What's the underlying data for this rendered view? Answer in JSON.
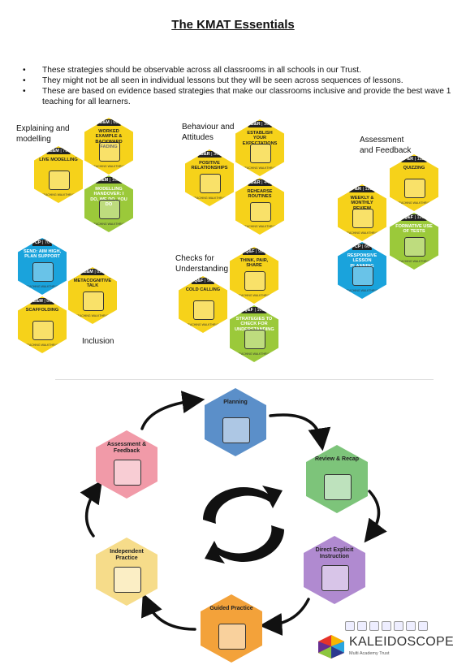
{
  "title": "The KMAT Essentials",
  "bullets": [
    "These strategies should be observable across all classrooms in all schools in our Trust.",
    "They might not be all seen in individual lessons but they will be seen across sequences of lessons.",
    "These are based on evidence based strategies that make our classrooms inclusive and provide the best wave 1 teaching for all learners."
  ],
  "group_labels": {
    "explaining": "Explaining and modelling",
    "behaviour": "Behaviour and Attitudes",
    "assessment": "Assessment and Feedback",
    "checks": "Checks for Understanding",
    "inclusion": "Inclusion"
  },
  "card_footer": "TEACHING WALKTHRUS",
  "cards": {
    "worked_example": {
      "code": "E&M",
      "num": "68",
      "title": "WORKED EXAMPLE & BACKWARD FADING"
    },
    "live_modelling": {
      "code": "E&M",
      "num": "78",
      "title": "LIVE MODELLING"
    },
    "modelling_handover": {
      "code": "E&M",
      "num": "100",
      "title": "MODELLING HANDOVER: I DO, WE DO, YOU DO"
    },
    "establish": {
      "code": "B&R",
      "num": "38",
      "title": "ESTABLISH YOUR EXPECTATIONS"
    },
    "positive_rel": {
      "code": "B&R",
      "num": "36",
      "title": "POSITIVE RELATIONSHIPS"
    },
    "rehearse": {
      "code": "B&R",
      "num": "44",
      "title": "REHEARSE ROUTINES"
    },
    "quizzing": {
      "code": "P&R",
      "num": "112",
      "title": "QUIZZING"
    },
    "weekly_review": {
      "code": "P&R",
      "num": "122",
      "title": "WEEKLY & MONTHLY REVIEW"
    },
    "formative": {
      "code": "Q&F",
      "num": "120",
      "title": "FORMATIVE USE OF TESTS"
    },
    "responsive": {
      "code": "CP",
      "num": "66",
      "title": "RESPONSIVE LESSON PLANNING"
    },
    "send": {
      "code": "CP",
      "num": "70",
      "title": "SEND: AIM HIGH, PLAN SUPPORT"
    },
    "metacog": {
      "code": "E&M",
      "num": "82",
      "title": "METACOGNITIVE TALK"
    },
    "scaffolding": {
      "code": "E&M",
      "num": "80",
      "title": "SCAFFOLDING"
    },
    "think_pair": {
      "code": "Q&F",
      "num": "92",
      "title": "THINK, PAIR, SHARE"
    },
    "cold_calling": {
      "code": "Q&F",
      "num": "90",
      "title": "COLD CALLING"
    },
    "strategies_check": {
      "code": "Q&F",
      "num": "106",
      "title": "STRATEGIES TO CHECK FOR UNDERSTANDING"
    }
  },
  "cycle": {
    "planning": "Planning",
    "review": "Review & Recap",
    "direct": "Direct Explicit Instruction",
    "guided": "Guided Practice",
    "independent": "Independent Practice",
    "assessment": "Assessment & Feedback"
  },
  "cycle_colors": {
    "planning": "#5b8fc9",
    "review": "#7dc47a",
    "direct": "#b08ad0",
    "guided": "#f3a23a",
    "independent": "#f6dc8a",
    "assessment": "#f19aa8"
  },
  "logo": {
    "name": "KALEIDOSCOPE",
    "sub": "Multi Academy Trust"
  }
}
